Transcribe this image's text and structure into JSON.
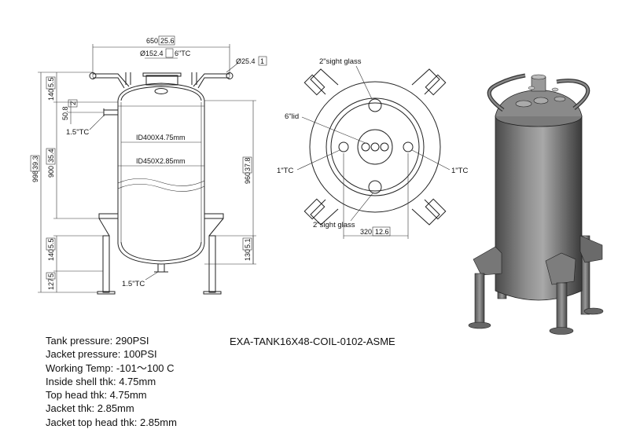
{
  "model_number": "EXA-TANK16X48-COIL-0102-ASME",
  "specs": [
    "Tank pressure: 290PSI",
    "Jacket pressure: 100PSI",
    "Working Temp: -101～100 C",
    "Inside shell thk: 4.75mm",
    "Top head thk: 4.75mm",
    "Jacket thk: 2.85mm",
    "Jacket top head thk: 2.85mm"
  ],
  "front_view": {
    "dim_width": "650",
    "dim_width_in": "25.6",
    "dim_manway": "Ø152.4",
    "dim_manway_in": "6\"TC",
    "dim_handle": "Ø25.4",
    "dim_handle_in": "1",
    "dim_top_140": "140",
    "dim_top_140_in": "5.5",
    "dim_port_508": "50.8",
    "dim_port_508_in": "2",
    "port_side_label": "1.5\"TC",
    "dim_total": "998",
    "dim_total_in": "39.3",
    "dim_shell": "900",
    "dim_shell_in": "35.4",
    "dim_jacket": "960",
    "dim_jacket_in": "37.8",
    "id_inner": "ID400X4.75mm",
    "id_outer": "ID450X2.85mm",
    "dim_bot_140": "140",
    "dim_bot_140_in": "5.5",
    "dim_127": "127",
    "dim_127_in": "5",
    "dim_130": "130",
    "dim_130_in": "5.1",
    "port_bottom_label": "1.5\"TC"
  },
  "top_view": {
    "sight_glass_top": "2\"sight glass",
    "lid_label": "6\"lid",
    "tc_left": "1\"TC",
    "tc_right": "1\"TC",
    "sight_glass_bottom": "2\"sight glass",
    "dim_320": "320",
    "dim_320_in": "12.6"
  }
}
